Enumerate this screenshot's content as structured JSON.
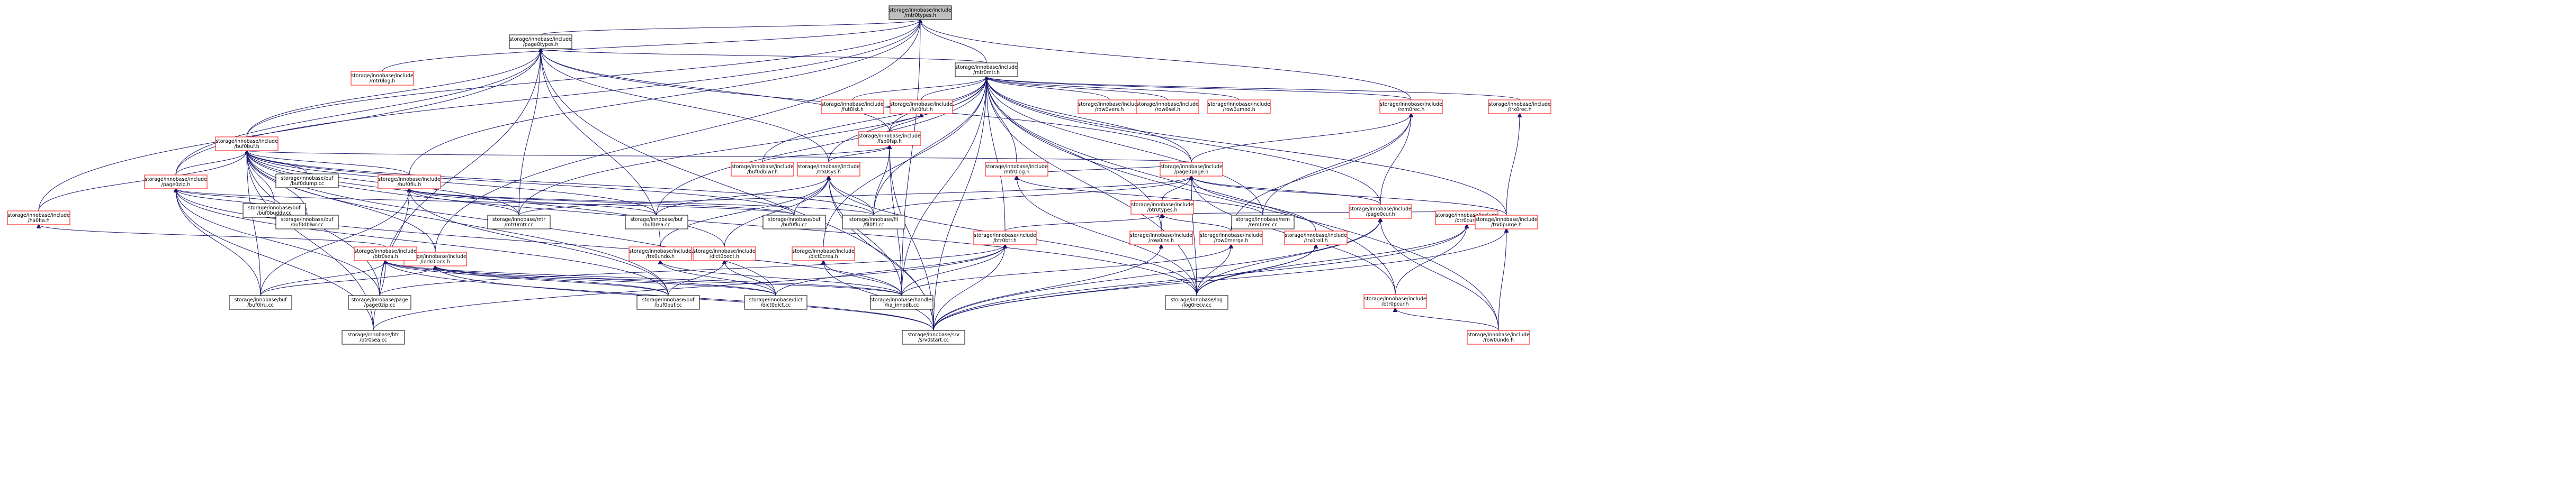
{
  "graph": {
    "nodes": [
      {
        "id": "n0",
        "lines": [
          "storage/innobase/include",
          "/mtr0types.h"
        ],
        "style": "root"
      },
      {
        "id": "n1",
        "lines": [
          "storage/innobase/include",
          "/page0types.h"
        ],
        "style": "black"
      },
      {
        "id": "n2",
        "lines": [
          "storage/innobase/include",
          "/mtr0log.h"
        ],
        "style": "red"
      },
      {
        "id": "n3",
        "lines": [
          "storage/innobase/include",
          "/mtr0mtr.h"
        ],
        "style": "black"
      },
      {
        "id": "n4",
        "lines": [
          "storage/innobase/include",
          "/buf0buf.h"
        ],
        "style": "red"
      },
      {
        "id": "n5",
        "lines": [
          "storage/innobase/include",
          "/fut0lst.h"
        ],
        "style": "red"
      },
      {
        "id": "n6",
        "lines": [
          "storage/innobase/include",
          "/lock0lock.h"
        ],
        "style": "red"
      },
      {
        "id": "n7",
        "lines": [
          "storage/innobase/include",
          "/fsp0fsp.h"
        ],
        "style": "red"
      },
      {
        "id": "n8",
        "lines": [
          "storage/innobase/include",
          "/fut0fut.h"
        ],
        "style": "red"
      },
      {
        "id": "n9",
        "lines": [
          "storage/innobase/include",
          "/row0vers.h"
        ],
        "style": "red"
      },
      {
        "id": "n10",
        "lines": [
          "storage/innobase/include",
          "/row0sel.h"
        ],
        "style": "red"
      },
      {
        "id": "n11",
        "lines": [
          "storage/innobase/include",
          "/row0umod.h"
        ],
        "style": "red"
      },
      {
        "id": "n12",
        "lines": [
          "storage/innobase/include",
          "/rem0rec.h"
        ],
        "style": "red"
      },
      {
        "id": "n13",
        "lines": [
          "storage/innobase/include",
          "/trx0rec.h"
        ],
        "style": "red"
      },
      {
        "id": "n14",
        "lines": [
          "storage/innobase/include",
          "/ha0ha.h"
        ],
        "style": "red"
      },
      {
        "id": "n15",
        "lines": [
          "storage/innobase/include",
          "/page0zip.h"
        ],
        "style": "red"
      },
      {
        "id": "n16",
        "lines": [
          "storage/innobase/buf",
          "/buf0dump.cc"
        ],
        "style": "black"
      },
      {
        "id": "n17",
        "lines": [
          "storage/innobase/include",
          "/btr0cur.h"
        ],
        "style": "red"
      },
      {
        "id": "n18",
        "lines": [
          "storage/innobase/include",
          "/buf0flu.h"
        ],
        "style": "red"
      },
      {
        "id": "n19",
        "lines": [
          "storage/innobase/include",
          "/buf0dblwr.h"
        ],
        "style": "red"
      },
      {
        "id": "n20",
        "lines": [
          "storage/innobase/include",
          "/trx0sys.h"
        ],
        "style": "red"
      },
      {
        "id": "n21",
        "lines": [
          "storage/innobase/include",
          "/mtr0log.h"
        ],
        "style": "red"
      },
      {
        "id": "n22",
        "lines": [
          "storage/innobase/include",
          "/page0page.h"
        ],
        "style": "red"
      },
      {
        "id": "n23",
        "lines": [
          "storage/innobase/buf",
          "/buf0buddy.cc"
        ],
        "style": "black"
      },
      {
        "id": "n24",
        "lines": [
          "storage/innobase/buf",
          "/buf0dblwr.cc"
        ],
        "style": "black"
      },
      {
        "id": "n25",
        "lines": [
          "storage/innobase/mtr",
          "/mtr0mtr.cc"
        ],
        "style": "black"
      },
      {
        "id": "n26",
        "lines": [
          "storage/innobase/buf",
          "/buf0rea.cc"
        ],
        "style": "black"
      },
      {
        "id": "n27",
        "lines": [
          "storage/innobase/buf",
          "/buf0flu.cc"
        ],
        "style": "black"
      },
      {
        "id": "n28",
        "lines": [
          "storage/innobase/fil",
          "/fil0fil.cc"
        ],
        "style": "black"
      },
      {
        "id": "n29",
        "lines": [
          "storage/innobase/rem",
          "/rem0rec.cc"
        ],
        "style": "black"
      },
      {
        "id": "n30",
        "lines": [
          "storage/innobase/include",
          "/trx0purge.h"
        ],
        "style": "red"
      },
      {
        "id": "n31",
        "lines": [
          "storage/innobase/include",
          "/btr0types.h"
        ],
        "style": "red"
      },
      {
        "id": "n32",
        "lines": [
          "storage/innobase/include",
          "/row0ins.h"
        ],
        "style": "red"
      },
      {
        "id": "n33",
        "lines": [
          "storage/innobase/include",
          "/row0merge.h"
        ],
        "style": "red"
      },
      {
        "id": "n34",
        "lines": [
          "storage/innobase/include",
          "/btr0btr.h"
        ],
        "style": "red"
      },
      {
        "id": "n35",
        "lines": [
          "storage/innobase/include",
          "/trx0roll.h"
        ],
        "style": "red"
      },
      {
        "id": "n36",
        "lines": [
          "storage/innobase/include",
          "/page0cur.h"
        ],
        "style": "red"
      },
      {
        "id": "n37",
        "lines": [
          "storage/innobase/include",
          "/btr0sea.h"
        ],
        "style": "red"
      },
      {
        "id": "n38",
        "lines": [
          "storage/innobase/include",
          "/trx0undo.h"
        ],
        "style": "red"
      },
      {
        "id": "n39",
        "lines": [
          "storage/innobase/include",
          "/dict0boot.h"
        ],
        "style": "red"
      },
      {
        "id": "n40",
        "lines": [
          "storage/innobase/include",
          "/dict0crea.h"
        ],
        "style": "red"
      },
      {
        "id": "n41",
        "lines": [
          "storage/innobase/include",
          "/btr0pcur.h"
        ],
        "style": "red"
      },
      {
        "id": "n42",
        "lines": [
          "storage/innobase/buf",
          "/buf0lru.cc"
        ],
        "style": "black"
      },
      {
        "id": "n43",
        "lines": [
          "storage/innobase/page",
          "/page0zip.cc"
        ],
        "style": "black"
      },
      {
        "id": "n44",
        "lines": [
          "storage/innobase/buf",
          "/buf0buf.cc"
        ],
        "style": "black"
      },
      {
        "id": "n45",
        "lines": [
          "storage/innobase/dict",
          "/dict0dict.cc"
        ],
        "style": "black"
      },
      {
        "id": "n46",
        "lines": [
          "storage/innobase/handler",
          "/ha_innodb.cc"
        ],
        "style": "black"
      },
      {
        "id": "n47",
        "lines": [
          "storage/innobase/log",
          "/log0recv.cc"
        ],
        "style": "black"
      },
      {
        "id": "n48",
        "lines": [
          "storage/innobase/btr",
          "/btr0sea.cc"
        ],
        "style": "black"
      },
      {
        "id": "n49",
        "lines": [
          "storage/innobase/srv",
          "/srv0start.cc"
        ],
        "style": "black"
      },
      {
        "id": "n50",
        "lines": [
          "storage/innobase/include",
          "/row0undo.h"
        ],
        "style": "red"
      }
    ],
    "edges": [
      [
        "n1",
        "n0"
      ],
      [
        "n2",
        "n0"
      ],
      [
        "n3",
        "n0"
      ],
      [
        "n4",
        "n0"
      ],
      [
        "n15",
        "n0"
      ],
      [
        "n18",
        "n0"
      ],
      [
        "n12",
        "n0"
      ],
      [
        "n6",
        "n0"
      ],
      [
        "n46",
        "n0"
      ],
      [
        "n3",
        "n1"
      ],
      [
        "n4",
        "n1"
      ],
      [
        "n14",
        "n1"
      ],
      [
        "n15",
        "n1"
      ],
      [
        "n22",
        "n1"
      ],
      [
        "n20",
        "n1"
      ],
      [
        "n7",
        "n1"
      ],
      [
        "n25",
        "n1"
      ],
      [
        "n49",
        "n1"
      ],
      [
        "n43",
        "n1"
      ],
      [
        "n38",
        "n1"
      ],
      [
        "n2",
        "n2"
      ],
      [
        "n5",
        "n3"
      ],
      [
        "n7",
        "n3"
      ],
      [
        "n8",
        "n3"
      ],
      [
        "n9",
        "n3"
      ],
      [
        "n10",
        "n3"
      ],
      [
        "n11",
        "n3"
      ],
      [
        "n12",
        "n3"
      ],
      [
        "n13",
        "n3"
      ],
      [
        "n20",
        "n3"
      ],
      [
        "n21",
        "n3"
      ],
      [
        "n22",
        "n3"
      ],
      [
        "n25",
        "n3"
      ],
      [
        "n28",
        "n3"
      ],
      [
        "n29",
        "n3"
      ],
      [
        "n30",
        "n3"
      ],
      [
        "n36",
        "n3"
      ],
      [
        "n34",
        "n3"
      ],
      [
        "n41",
        "n3"
      ],
      [
        "n47",
        "n3"
      ],
      [
        "n49",
        "n3"
      ],
      [
        "n26",
        "n3"
      ],
      [
        "n19",
        "n3"
      ],
      [
        "n50",
        "n3"
      ],
      [
        "n40",
        "n3"
      ],
      [
        "n32",
        "n3"
      ],
      [
        "n46",
        "n3"
      ],
      [
        "n6",
        "n4"
      ],
      [
        "n15",
        "n4"
      ],
      [
        "n16",
        "n4"
      ],
      [
        "n18",
        "n4"
      ],
      [
        "n23",
        "n4"
      ],
      [
        "n24",
        "n4"
      ],
      [
        "n25",
        "n4"
      ],
      [
        "n26",
        "n4"
      ],
      [
        "n27",
        "n4"
      ],
      [
        "n28",
        "n4"
      ],
      [
        "n22",
        "n4"
      ],
      [
        "n14",
        "n4"
      ],
      [
        "n42",
        "n4"
      ],
      [
        "n44",
        "n4"
      ],
      [
        "n48",
        "n4"
      ],
      [
        "n47",
        "n4"
      ],
      [
        "n45",
        "n4"
      ],
      [
        "n39",
        "n4"
      ],
      [
        "n43",
        "n4"
      ],
      [
        "n8",
        "n5"
      ],
      [
        "n7",
        "n8"
      ],
      [
        "n20",
        "n7"
      ],
      [
        "n19",
        "n7"
      ],
      [
        "n28",
        "n7"
      ],
      [
        "n49",
        "n7"
      ],
      [
        "n46",
        "n7"
      ],
      [
        "n22",
        "n12"
      ],
      [
        "n36",
        "n12"
      ],
      [
        "n29",
        "n12"
      ],
      [
        "n33",
        "n12"
      ],
      [
        "n30",
        "n13"
      ],
      [
        "n42",
        "n15"
      ],
      [
        "n43",
        "n15"
      ],
      [
        "n44",
        "n15"
      ],
      [
        "n24",
        "n15"
      ],
      [
        "n23",
        "n15"
      ],
      [
        "n27",
        "n15"
      ],
      [
        "n46",
        "n15"
      ],
      [
        "n48",
        "n15"
      ],
      [
        "n37",
        "n14"
      ],
      [
        "n48",
        "n37"
      ],
      [
        "n42",
        "n37"
      ],
      [
        "n44",
        "n37"
      ],
      [
        "n45",
        "n37"
      ],
      [
        "n46",
        "n37"
      ],
      [
        "n49",
        "n37"
      ],
      [
        "n44",
        "n6"
      ],
      [
        "n45",
        "n6"
      ],
      [
        "n46",
        "n6"
      ],
      [
        "n49",
        "n6"
      ],
      [
        "n42",
        "n6"
      ],
      [
        "n31",
        "n22"
      ],
      [
        "n36",
        "n22"
      ],
      [
        "n28",
        "n22"
      ],
      [
        "n25",
        "n22"
      ],
      [
        "n47",
        "n22"
      ],
      [
        "n41",
        "n22"
      ],
      [
        "n35",
        "n22"
      ],
      [
        "n34",
        "n31"
      ],
      [
        "n32",
        "n31"
      ],
      [
        "n33",
        "n31"
      ],
      [
        "n17",
        "n31"
      ],
      [
        "n45",
        "n39"
      ],
      [
        "n44",
        "n39"
      ],
      [
        "n46",
        "n40"
      ],
      [
        "n49",
        "n40"
      ],
      [
        "n43",
        "n34"
      ],
      [
        "n45",
        "n34"
      ],
      [
        "n46",
        "n34"
      ],
      [
        "n49",
        "n34"
      ],
      [
        "n48",
        "n34"
      ],
      [
        "n41",
        "n17"
      ],
      [
        "n47",
        "n17"
      ],
      [
        "n49",
        "n17"
      ],
      [
        "n50",
        "n41"
      ],
      [
        "n27",
        "n18"
      ],
      [
        "n25",
        "n18"
      ],
      [
        "n28",
        "n18"
      ],
      [
        "n26",
        "n18"
      ],
      [
        "n44",
        "n18"
      ],
      [
        "n42",
        "n18"
      ],
      [
        "n43",
        "n18"
      ],
      [
        "n26",
        "n20"
      ],
      [
        "n27",
        "n20"
      ],
      [
        "n28",
        "n20"
      ],
      [
        "n38",
        "n20"
      ],
      [
        "n39",
        "n20"
      ],
      [
        "n49",
        "n20"
      ],
      [
        "n46",
        "n20"
      ],
      [
        "n47",
        "n20"
      ],
      [
        "n29",
        "n21"
      ],
      [
        "n47",
        "n21"
      ],
      [
        "n22",
        "n21"
      ],
      [
        "n46",
        "n38"
      ],
      [
        "n45",
        "n38"
      ],
      [
        "n47",
        "n35"
      ],
      [
        "n49",
        "n35"
      ],
      [
        "n47",
        "n36"
      ],
      [
        "n50",
        "n36"
      ],
      [
        "n49",
        "n36"
      ],
      [
        "n49",
        "n32"
      ],
      [
        "n46",
        "n33"
      ],
      [
        "n47",
        "n33"
      ],
      [
        "n30",
        "n22"
      ],
      [
        "n49",
        "n30"
      ],
      [
        "n50",
        "n30"
      ]
    ]
  }
}
